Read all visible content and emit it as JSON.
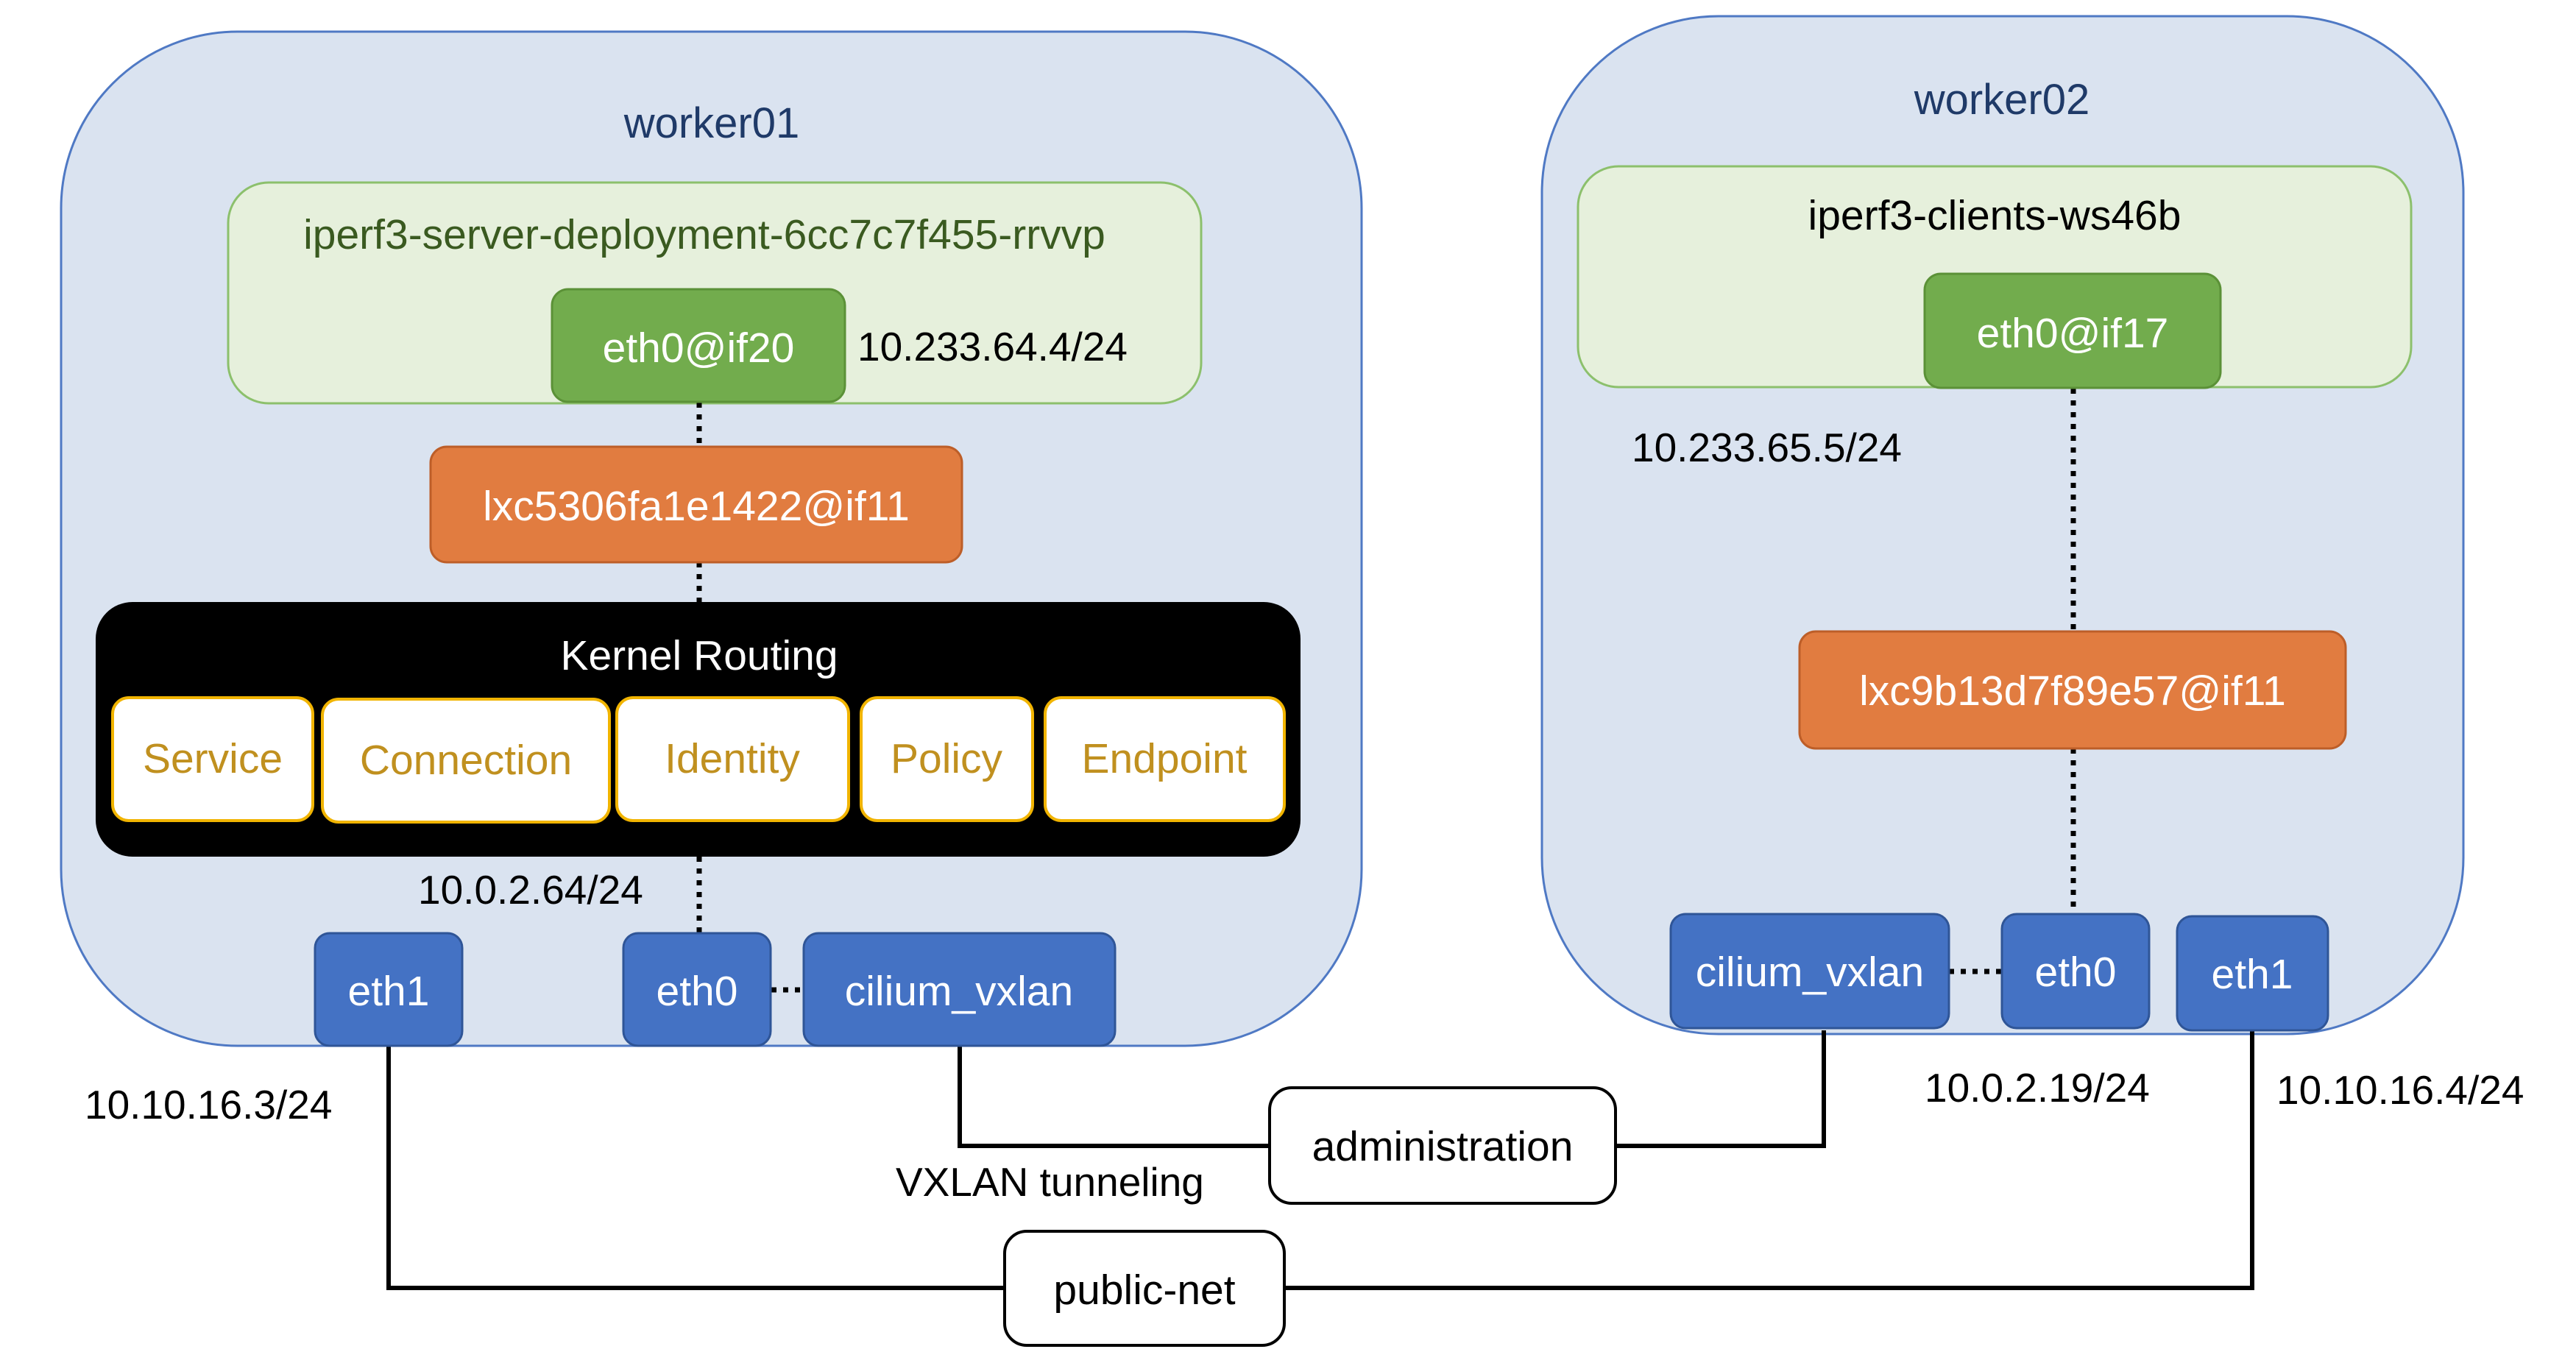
{
  "colors": {
    "host_fill": "#dae3f0",
    "host_stroke": "#4f79c4",
    "host_title": "#1f3a68",
    "pod_fill": "#e6f0dc",
    "pod_stroke": "#8cc06c",
    "pod_title_w1": "#3a5a20",
    "pod_title_w2": "#000000",
    "eth_pod_fill": "#72ac4d",
    "eth_pod_stroke": "#5b9137",
    "lxc_fill": "#e17c40",
    "lxc_stroke": "#bd5e28",
    "nic_fill": "#4472c4",
    "nic_stroke": "#2f5597",
    "kernel_fill": "#000000",
    "module_fill": "#ffffff",
    "module_stroke": "#f1b400",
    "module_text": "#c0901f",
    "net_fill": "#ffffff",
    "net_stroke": "#000000",
    "line": "#000000"
  },
  "worker01": {
    "title": "worker01",
    "pod": {
      "name": "iperf3-server-deployment-6cc7c7f455-rrvvp",
      "interface": "eth0@if20",
      "ip": "10.233.64.4/24"
    },
    "lxc": "lxc5306fa1e1422@if11",
    "kernel": {
      "title": "Kernel Routing",
      "modules": [
        "Service",
        "Connection",
        "Identity",
        "Policy",
        "Endpoint"
      ]
    },
    "eth0_ip": "10.0.2.64/24",
    "eth1": "eth1",
    "eth0": "eth0",
    "vxlan": "cilium_vxlan",
    "eth1_ip": "10.10.16.3/24"
  },
  "worker02": {
    "title": "worker02",
    "pod": {
      "name": "iperf3-clients-ws46b",
      "interface": "eth0@if17",
      "ip": "10.233.65.5/24"
    },
    "lxc": "lxc9b13d7f89e57@if11",
    "vxlan": "cilium_vxlan",
    "eth0": "eth0",
    "eth1": "eth1",
    "eth0_ip": "10.0.2.19/24",
    "eth1_ip": "10.10.16.4/24"
  },
  "networks": {
    "administration": "administration",
    "public_net": "public-net",
    "vxlan_label": "VXLAN tunneling"
  }
}
